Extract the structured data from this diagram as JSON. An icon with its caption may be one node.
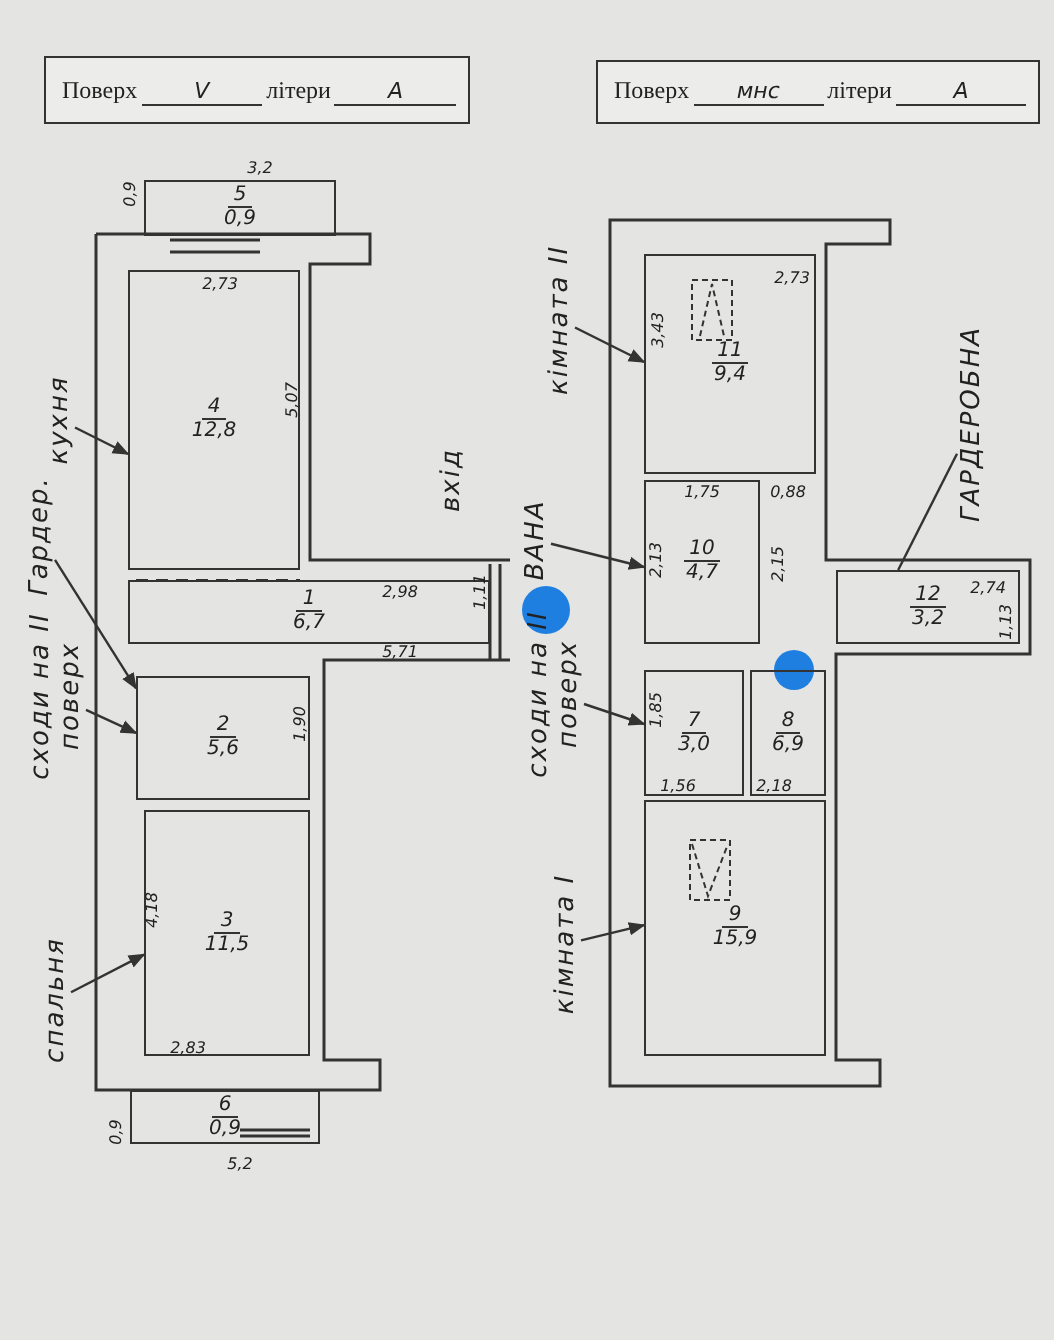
{
  "diagram": {
    "nodes": [
      {
        "text": [
          "Поверх",
          "V",
          "літери",
          "А"
        ]
      },
      {
        "text": [
          "Поверх",
          "мнс",
          "літери",
          "А"
        ]
      },
      {
        "text": [
          "5",
          "0,9"
        ]
      },
      {
        "text": [
          "4",
          "12,8"
        ]
      },
      {
        "text": [
          "1",
          "6,7"
        ]
      },
      {
        "text": [
          "2",
          "5,6"
        ]
      },
      {
        "text": [
          "3",
          "11,5"
        ]
      },
      {
        "text": [
          "6",
          "0,9"
        ]
      },
      {
        "text": [
          "11",
          "9,4"
        ]
      },
      {
        "text": [
          "10",
          "4,7"
        ]
      },
      {
        "text": [
          "12",
          "3,2"
        ]
      },
      {
        "text": [
          "7",
          "3,0"
        ]
      },
      {
        "text": [
          "8",
          "6,9"
        ]
      },
      {
        "text": [
          "9",
          "15,9"
        ]
      },
      {
        "text": [
          "кухня"
        ]
      },
      {
        "text": [
          "Гардер."
        ]
      },
      {
        "text": [
          "сходи на ІІ поверх"
        ]
      },
      {
        "text": [
          "спальня"
        ]
      },
      {
        "text": [
          "кімната ІІ"
        ]
      },
      {
        "text": [
          "ВАНА"
        ]
      },
      {
        "text": [
          "ГАРДЕРОБНА"
        ]
      },
      {
        "text": [
          "сходи на ІІ поверх"
        ]
      },
      {
        "text": [
          "кімната І"
        ]
      }
    ],
    "edges": [
      {
        "from": 14,
        "to": 3,
        "arrow": "to"
      },
      {
        "from": 15,
        "to": 5,
        "arrow": "to"
      },
      {
        "from": 16,
        "to": 5,
        "arrow": "to"
      },
      {
        "from": 17,
        "to": 6,
        "arrow": "to"
      },
      {
        "from": 18,
        "to": 8,
        "arrow": "to"
      },
      {
        "from": 19,
        "to": 9,
        "arrow": "to"
      },
      {
        "from": 20,
        "to": 10,
        "arrow": "none"
      },
      {
        "from": 21,
        "to": 11,
        "arrow": "to"
      },
      {
        "from": 22,
        "to": 13,
        "arrow": "to"
      }
    ],
    "labels": [
      "вхід",
      "0,9",
      "3,2",
      "2,73",
      "5,07",
      "2,98",
      "1,11",
      "5,71",
      "1,90",
      "4,18",
      "2,83",
      "0,9",
      "5,2",
      "2,73",
      "3,43",
      "1,75",
      "0,88",
      "2,13",
      "2,15",
      "2,74",
      "1,13",
      "1,85",
      "1,56",
      "2,18"
    ]
  }
}
